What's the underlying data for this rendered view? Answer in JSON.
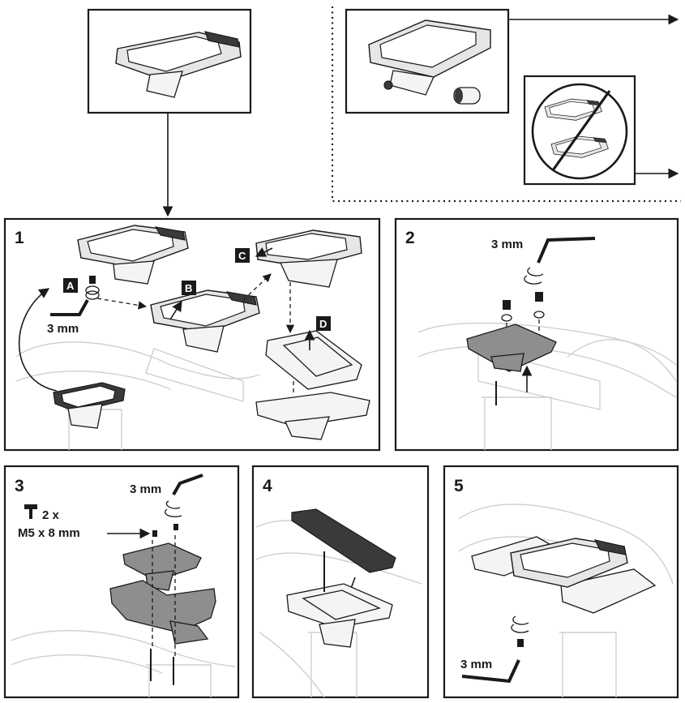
{
  "steps": [
    {
      "number": "1",
      "callouts": [
        "A",
        "B",
        "C",
        "D"
      ],
      "tool": "3 mm"
    },
    {
      "number": "2",
      "tool": "3 mm"
    },
    {
      "number": "3",
      "tool": "3 mm",
      "screw_count": "2 x",
      "screw_spec": "M5 x 8 mm"
    },
    {
      "number": "4"
    },
    {
      "number": "5",
      "tool": "3 mm"
    }
  ],
  "icons": [
    "display-device-icon",
    "battery-icon",
    "prohibited-icon",
    "screw-icon",
    "hex-key-icon",
    "rotate-icon"
  ],
  "colors": {
    "line": "#1a1a1a",
    "bike_outline": "#cfcfcf",
    "mount_fill": "#8e8e8e"
  }
}
